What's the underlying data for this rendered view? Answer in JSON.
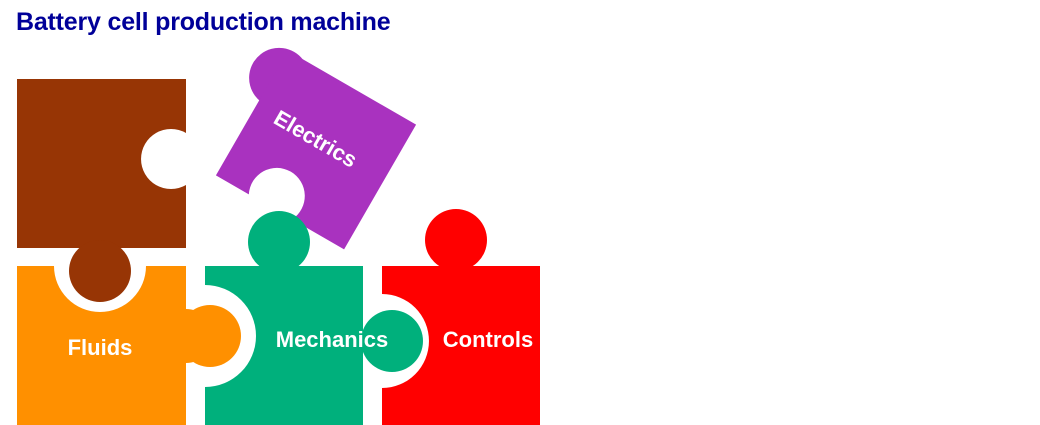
{
  "title": "Battery cell production machine",
  "pieces": [
    {
      "id": "brown",
      "label": "",
      "color": "#973505"
    },
    {
      "id": "electrics",
      "label": "Electrics",
      "color": "#A932BF"
    },
    {
      "id": "fluids",
      "label": "Fluids",
      "color": "#FF9000"
    },
    {
      "id": "mechanics",
      "label": "Mechanics",
      "color": "#00B07C"
    },
    {
      "id": "controls",
      "label": "Controls",
      "color": "#FF0000"
    }
  ]
}
